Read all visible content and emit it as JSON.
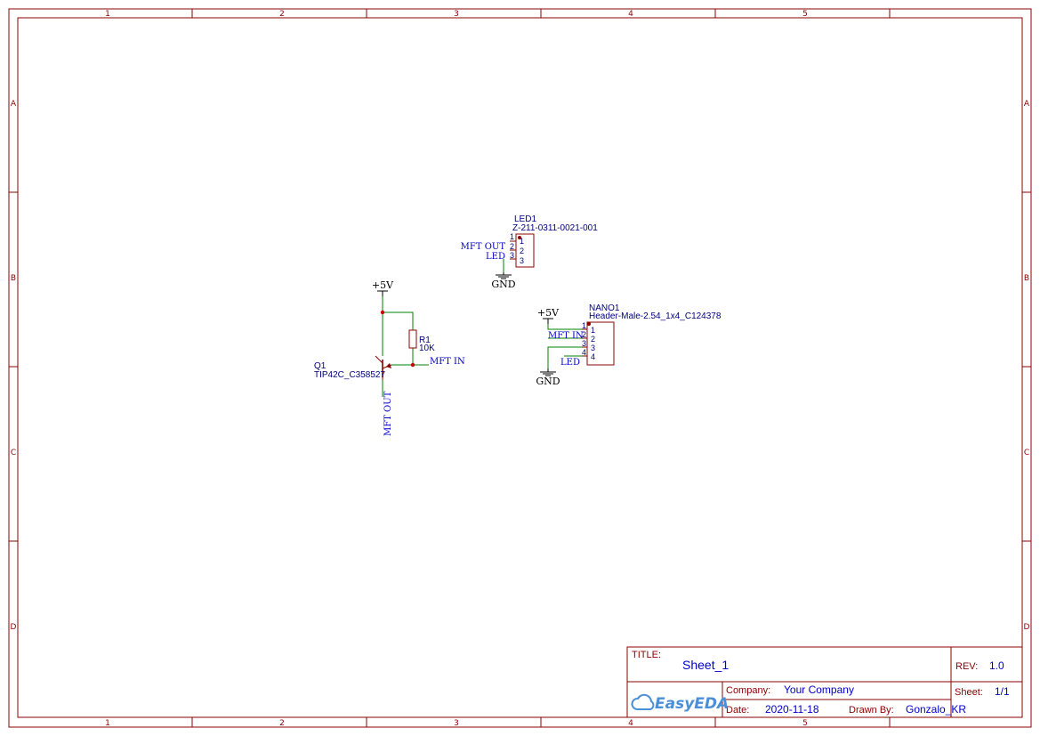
{
  "frame": {
    "columns": [
      "1",
      "2",
      "3",
      "4",
      "5"
    ],
    "rows": [
      "A",
      "B",
      "C",
      "D"
    ]
  },
  "components": {
    "led1": {
      "designator": "LED1",
      "value": "Z-211-0311-0021-001",
      "pins": [
        "1",
        "2",
        "3"
      ]
    },
    "nano1": {
      "designator": "NANO1",
      "value": "Header-Male-2.54_1x4_C124378",
      "pins": [
        "1",
        "2",
        "3",
        "4"
      ]
    },
    "r1": {
      "designator": "R1",
      "value": "10K"
    },
    "q1": {
      "designator": "Q1",
      "value": "TIP42C_C358527"
    }
  },
  "nets": {
    "mft_out": "MFT OUT",
    "mft_in": "MFT IN",
    "led": "LED",
    "gnd": "GND",
    "vcc": "+5V"
  },
  "title_block": {
    "title_label": "TITLE:",
    "title": "Sheet_1",
    "rev_label": "REV:",
    "rev": "1.0",
    "company_label": "Company:",
    "company": "Your Company",
    "sheet_label": "Sheet:",
    "sheet": "1/1",
    "date_label": "Date:",
    "date": "2020-11-18",
    "drawn_label": "Drawn By:",
    "drawn": "Gonzalo_KR",
    "logo": "EasyEDA"
  },
  "colors": {
    "frame": "#8b0000",
    "wire": "#008000",
    "part": "#8b0000",
    "junction": "#cc0000",
    "text": "#000080",
    "net_label": "#0000cc"
  }
}
